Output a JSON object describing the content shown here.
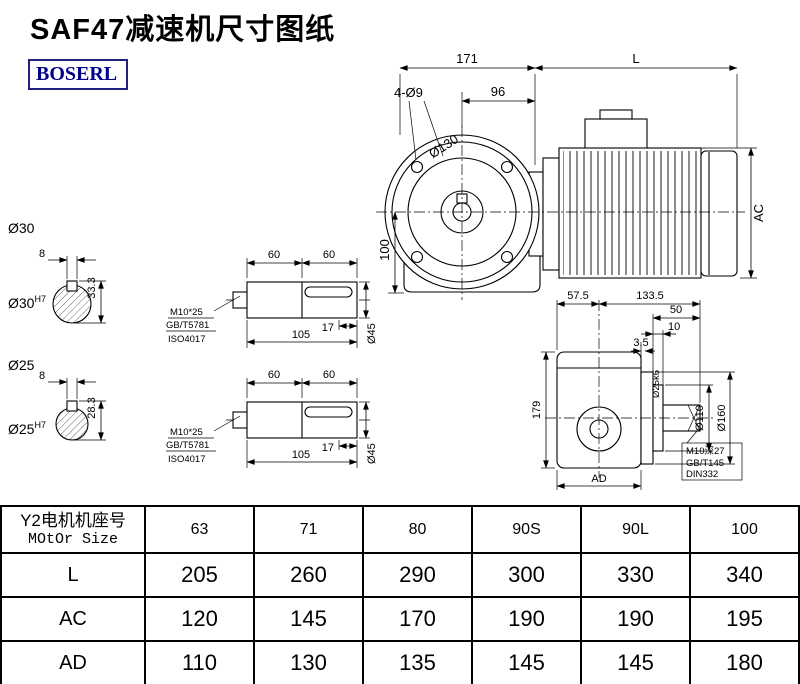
{
  "header": {
    "title": "SAF47减速机尺寸图纸",
    "logo": "BOSERL"
  },
  "front_view": {
    "len_gear": "171",
    "len_motor": "L",
    "dim_96": "96",
    "holes": "4-Ø9",
    "flange_dia": "Ø130",
    "dim_100": "100",
    "dim_ac": "AC"
  },
  "side_view": {
    "dim_57_5": "57.5",
    "dim_133_5": "133.5",
    "dim_50": "50",
    "dim_10": "10",
    "dim_3_5": "3.5",
    "shaft_dia": "Ø25k6",
    "hub_dia": "Ø110",
    "flange_dia": "Ø160",
    "dim_179": "179",
    "dim_ad": "AD",
    "tap_line1": "M10深27",
    "tap_line2": "GB/T145",
    "tap_line3": "DIN332"
  },
  "bore_30": {
    "title": "Ø30",
    "bore": "Ø30",
    "tol": "H7",
    "key_w": "8",
    "key_h": "33.3"
  },
  "bore_25": {
    "title": "Ø25",
    "bore": "Ø25",
    "tol": "H7",
    "key_w": "8",
    "key_h": "28.3"
  },
  "shaft_a": {
    "seg1": "60",
    "seg2": "60",
    "key_len": "17",
    "total": "105",
    "dia": "Ø45",
    "bolt1": "M10*25",
    "bolt2": "GB/T5781",
    "bolt3": "ISO4017"
  },
  "shaft_b": {
    "seg1": "60",
    "seg2": "60",
    "key_len": "17",
    "total": "105",
    "dia": "Ø45",
    "bolt1": "M10*25",
    "bolt2": "GB/T5781",
    "bolt3": "ISO4017"
  },
  "size_table": {
    "header_cn": "Y2电机机座号",
    "header_en": "MOtOr Size",
    "sizes": [
      "63",
      "71",
      "80",
      "90S",
      "90L",
      "100"
    ],
    "rows": [
      {
        "label": "L",
        "values": [
          "205",
          "260",
          "290",
          "300",
          "330",
          "340"
        ]
      },
      {
        "label": "AC",
        "values": [
          "120",
          "145",
          "170",
          "190",
          "190",
          "195"
        ]
      },
      {
        "label": "AD",
        "values": [
          "110",
          "130",
          "135",
          "145",
          "145",
          "180"
        ]
      }
    ]
  }
}
